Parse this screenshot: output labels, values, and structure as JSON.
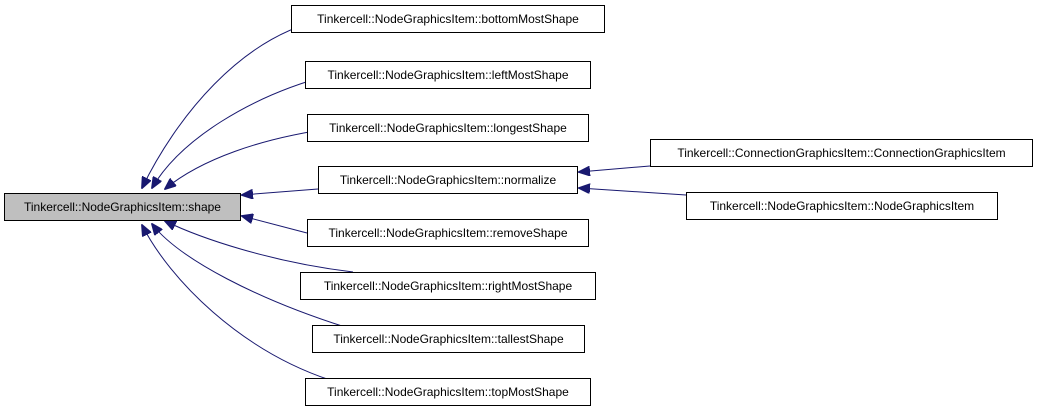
{
  "graph": {
    "edge_color": "#191970",
    "focus_fill": "#bfbfbf",
    "nodes": {
      "shape": "Tinkercell::NodeGraphicsItem::shape",
      "bottomMostShape": "Tinkercell::NodeGraphicsItem::bottomMostShape",
      "leftMostShape": "Tinkercell::NodeGraphicsItem::leftMostShape",
      "longestShape": "Tinkercell::NodeGraphicsItem::longestShape",
      "normalize": "Tinkercell::NodeGraphicsItem::normalize",
      "removeShape": "Tinkercell::NodeGraphicsItem::removeShape",
      "rightMostShape": "Tinkercell::NodeGraphicsItem::rightMostShape",
      "tallestShape": "Tinkercell::NodeGraphicsItem::tallestShape",
      "topMostShape": "Tinkercell::NodeGraphicsItem::topMostShape",
      "connectionCtor": "Tinkercell::ConnectionGraphicsItem::ConnectionGraphicsItem",
      "nodeCtor": "Tinkercell::NodeGraphicsItem::NodeGraphicsItem"
    },
    "edges": [
      {
        "from": "bottomMostShape",
        "to": "shape"
      },
      {
        "from": "leftMostShape",
        "to": "shape"
      },
      {
        "from": "longestShape",
        "to": "shape"
      },
      {
        "from": "normalize",
        "to": "shape"
      },
      {
        "from": "removeShape",
        "to": "shape"
      },
      {
        "from": "rightMostShape",
        "to": "shape"
      },
      {
        "from": "tallestShape",
        "to": "shape"
      },
      {
        "from": "topMostShape",
        "to": "shape"
      },
      {
        "from": "connectionCtor",
        "to": "normalize"
      },
      {
        "from": "nodeCtor",
        "to": "normalize"
      }
    ]
  }
}
